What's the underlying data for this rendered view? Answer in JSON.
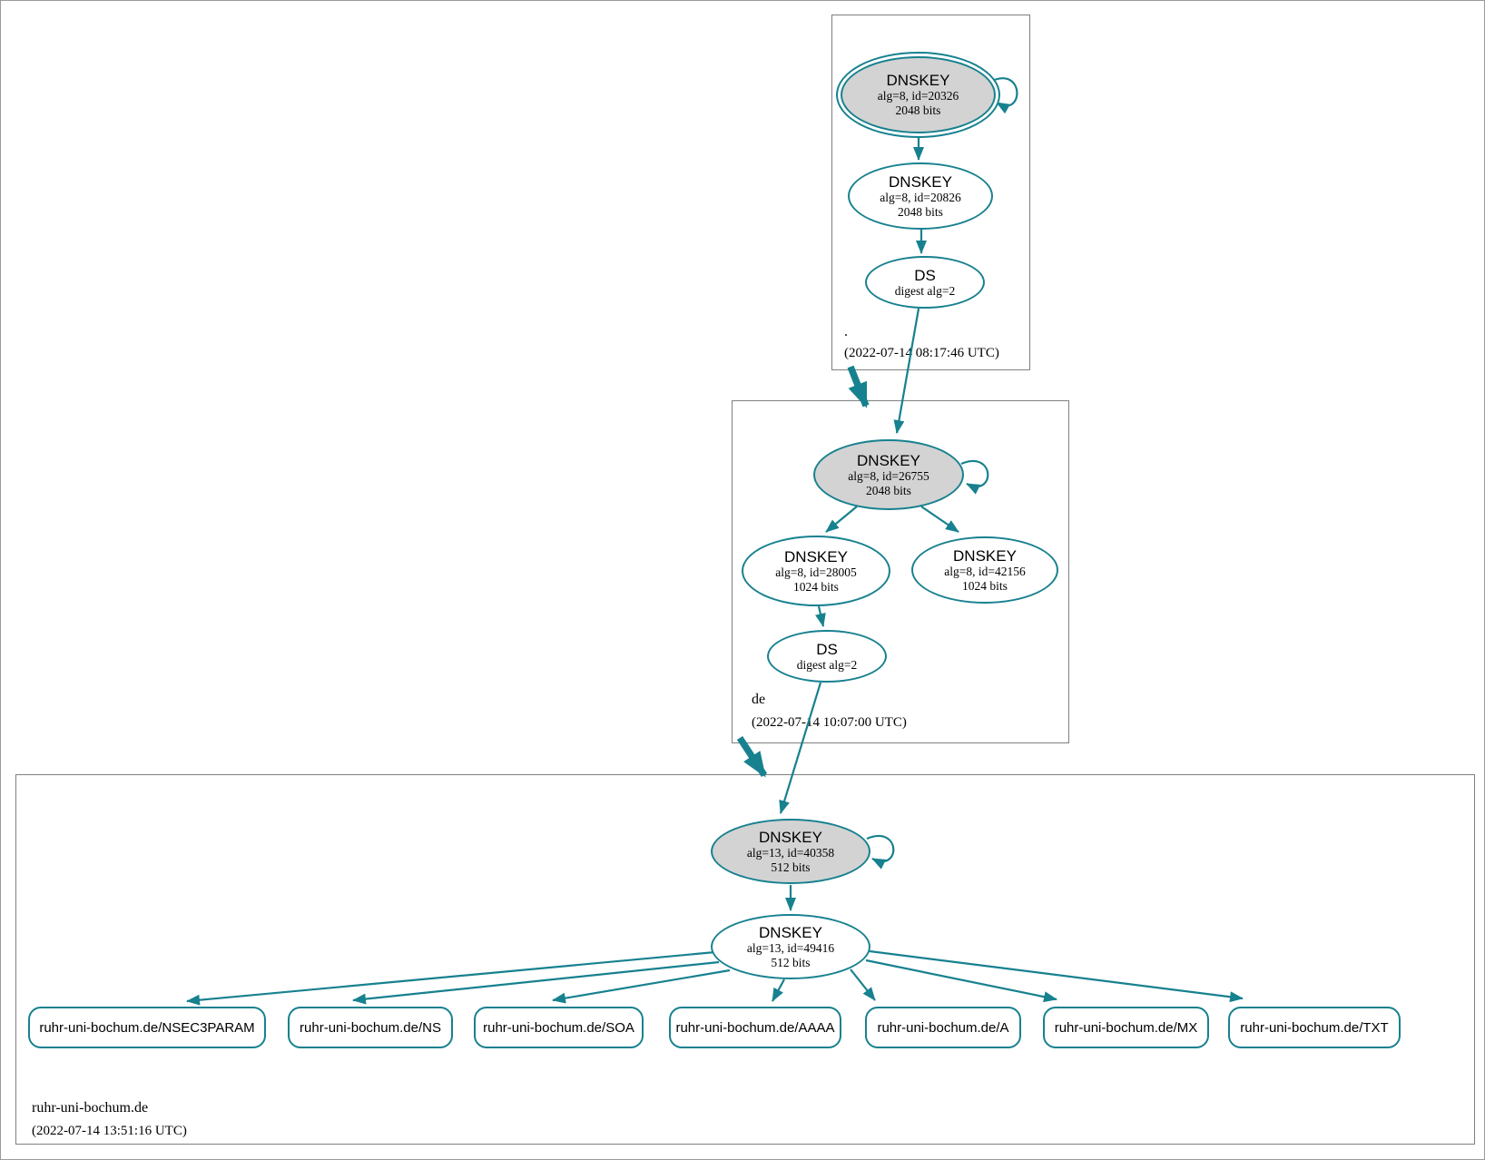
{
  "colors": {
    "edge_teal": "#17818f",
    "ksk_fill_gray": "#d3d3d3",
    "zone_border_gray": "#7f7f7f"
  },
  "zones": [
    {
      "name": ".",
      "timestamp": "(2022-07-14 08:17:46 UTC)",
      "nodes": [
        {
          "title": "DNSKEY",
          "line1": "alg=8, id=20326",
          "line2": "2048 bits"
        },
        {
          "title": "DNSKEY",
          "line1": "alg=8, id=20826",
          "line2": "2048 bits"
        },
        {
          "title": "DS",
          "line1": "digest alg=2"
        }
      ]
    },
    {
      "name": "de",
      "timestamp": "(2022-07-14 10:07:00 UTC)",
      "nodes": [
        {
          "title": "DNSKEY",
          "line1": "alg=8, id=26755",
          "line2": "2048 bits"
        },
        {
          "title": "DNSKEY",
          "line1": "alg=8, id=28005",
          "line2": "1024 bits"
        },
        {
          "title": "DNSKEY",
          "line1": "alg=8, id=42156",
          "line2": "1024 bits"
        },
        {
          "title": "DS",
          "line1": "digest alg=2"
        }
      ]
    },
    {
      "name": "ruhr-uni-bochum.de",
      "timestamp": "(2022-07-14 13:51:16 UTC)",
      "nodes": [
        {
          "title": "DNSKEY",
          "line1": "alg=13, id=40358",
          "line2": "512 bits"
        },
        {
          "title": "DNSKEY",
          "line1": "alg=13, id=49416",
          "line2": "512 bits"
        }
      ],
      "rrsets": [
        "ruhr-uni-bochum.de/NSEC3PARAM",
        "ruhr-uni-bochum.de/NS",
        "ruhr-uni-bochum.de/SOA",
        "ruhr-uni-bochum.de/AAAA",
        "ruhr-uni-bochum.de/A",
        "ruhr-uni-bochum.de/MX",
        "ruhr-uni-bochum.de/TXT"
      ]
    }
  ]
}
